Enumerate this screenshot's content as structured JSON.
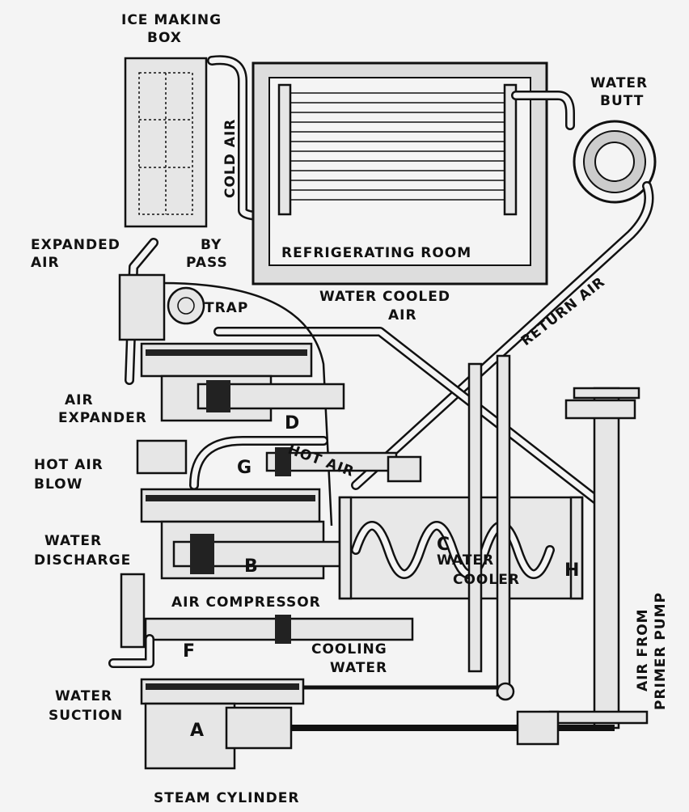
{
  "labels": {
    "ice_making_box_1": "ICE MAKING",
    "ice_making_box_2": "BOX",
    "cold_air": "COLD AIR",
    "refrigerating_room": "REFRIGERATING ROOM",
    "water_butt_1": "WATER",
    "water_butt_2": "BUTT",
    "return_air": "RETURN AIR",
    "expanded_air_1": "EXPANDED",
    "expanded_air_2": "AIR",
    "by_pass_1": "BY",
    "by_pass_2": "PASS",
    "trap": "TRAP",
    "water_cooled_air_1": "WATER COOLED",
    "water_cooled_air_2": "AIR",
    "air_expander_1": "AIR",
    "air_expander_2": "EXPANDER",
    "d": "D",
    "hot_air_blow_1": "HOT AIR",
    "hot_air_blow_2": "BLOW",
    "g": "G",
    "hot_air": "HOT AIR",
    "water_discharge_1": "WATER",
    "water_discharge_2": "DISCHARGE",
    "b": "B",
    "c": "C",
    "water_cooler_1": "WATER",
    "water_cooler_2": "COOLER",
    "h": "H",
    "air_from_primer_pump_1": "AIR FROM",
    "air_from_primer_pump_2": "PRIMER PUMP",
    "air_compressor": "AIR COMPRESSOR",
    "cooling_water_1": "COOLING",
    "cooling_water_2": "WATER",
    "f": "F",
    "water_suction_1": "WATER",
    "water_suction_2": "SUCTION",
    "a": "A",
    "steam_cylinder": "STEAM CYLINDER"
  }
}
